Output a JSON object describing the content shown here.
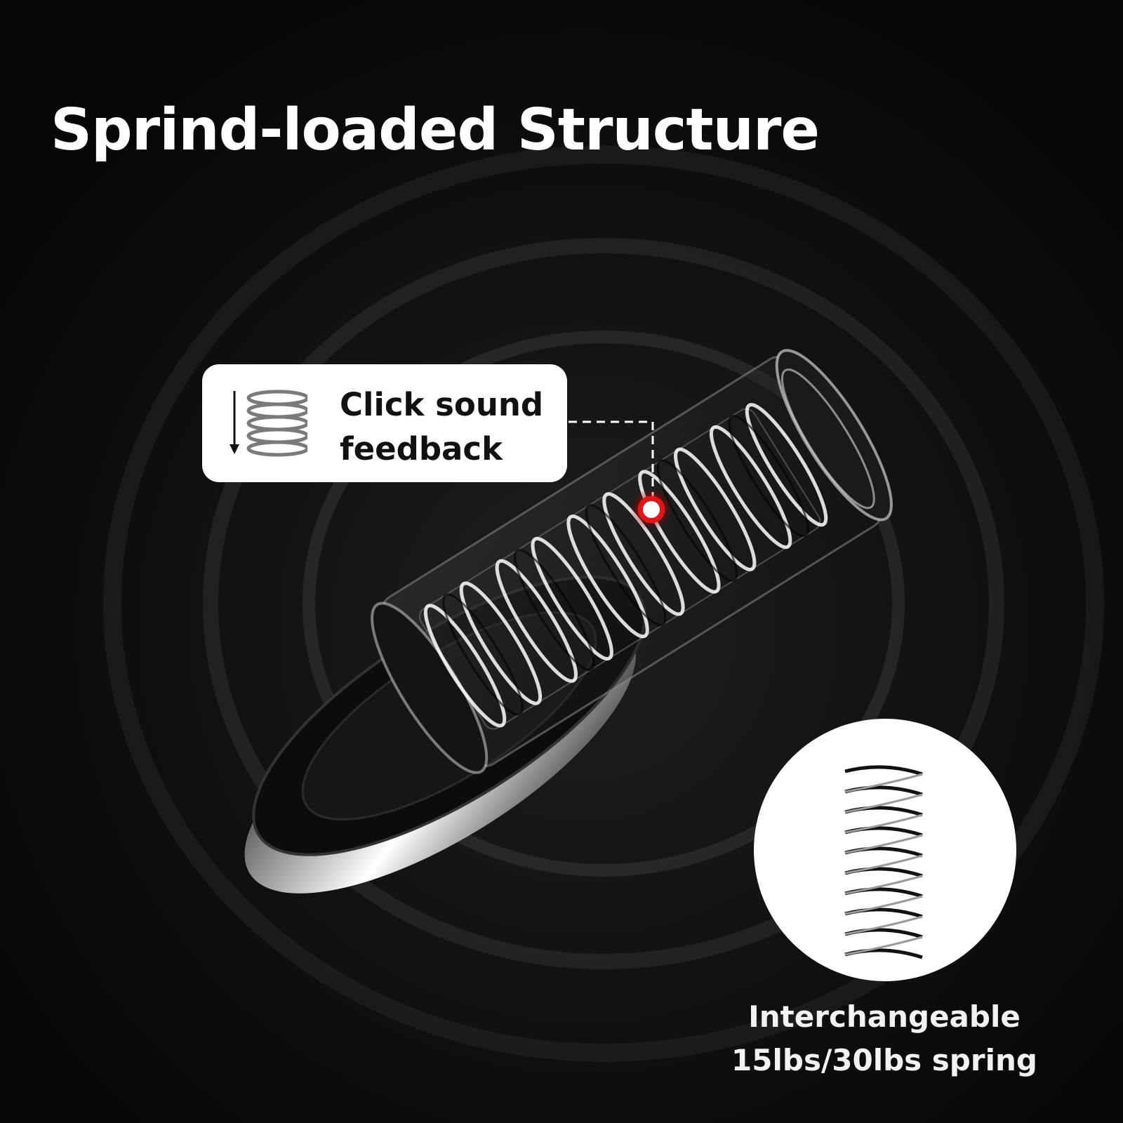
{
  "header": {
    "title": "Sprind-loaded Structure"
  },
  "callout": {
    "line1": "Click sound",
    "line2": "feedback",
    "icon": "compression-spring-down-arrow-icon"
  },
  "inset": {
    "icon": "coil-spring-icon",
    "caption_line1": "Interchangeable",
    "caption_line2": "15lbs/30lbs spring"
  },
  "hotspot": {
    "icon": "red-dot-marker-icon",
    "color": "#e0161a"
  },
  "colors": {
    "background": "#0b0b0b",
    "text": "#ffffff",
    "accent": "#e0161a"
  }
}
